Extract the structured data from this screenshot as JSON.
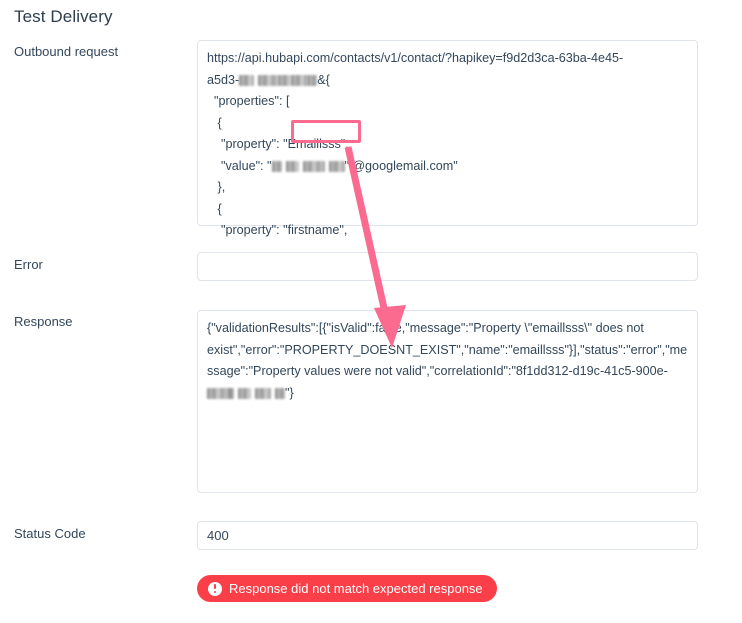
{
  "page": {
    "title": "Test Delivery"
  },
  "fields": {
    "outbound_request": {
      "label": "Outbound request",
      "lines": {
        "l1": "https://api.hubapi.com/contacts/v1/contact/?hapikey=f9d2d3ca-63ba-4e45-",
        "l2_prefix": "a5d3-",
        "l2_suffix": "&{",
        "l3": "  \"properties\": [",
        "l4": "   {",
        "l5_prefix": "    \"property\": ",
        "l5_highlight": "\"Emaillsss\",",
        "l6_prefix": "    \"value\": \"",
        "l6_suffix": "\"|@googlemail.com\"",
        "l7": "   },",
        "l8": "   {",
        "l9": "    \"property\": \"firstname\","
      }
    },
    "error": {
      "label": "Error",
      "value": ""
    },
    "response": {
      "label": "Response",
      "text_prefix": "{\"validationResults\":[{\"isValid\":false,\"message\":\"Property \\\"emaillsss\\\" does not exist\",\"error\":\"PROPERTY_DOESNT_EXIST\",\"name\":\"emaillsss\"}],\"status\":\"error\",\"message\":\"Property values were not valid\",\"correlationId\":\"8f1dd312-d19c-41c5-900e-",
      "text_suffix": "\"}"
    },
    "status_code": {
      "label": "Status Code",
      "value": "400"
    }
  },
  "banner": {
    "message": "Response did not match expected response",
    "icon": "exclamation-circle-icon",
    "background_color": "#fa3f48",
    "text_color": "#ffffff"
  },
  "annotation": {
    "color": "#fb6a8f",
    "highlight_target": "\"Emaillsss\",",
    "arrow_from": "property name in outbound request",
    "arrow_to": "isValid false in response"
  },
  "colors": {
    "text": "#33475b",
    "field_border": "#dfe3eb",
    "background": "#ffffff"
  }
}
